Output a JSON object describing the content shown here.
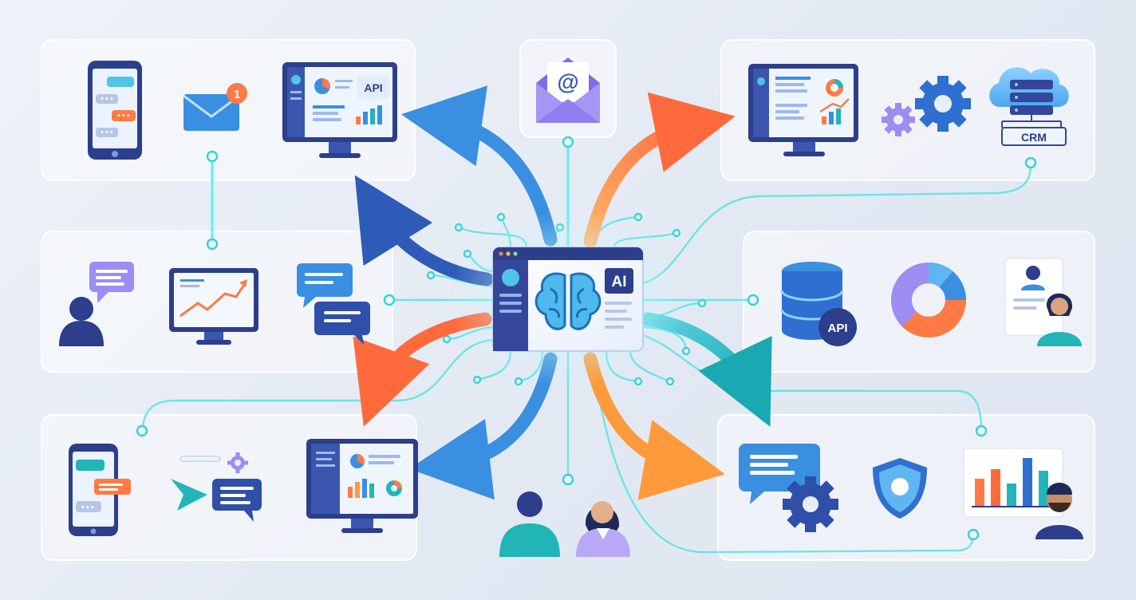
{
  "diagram": {
    "center_badge": "AI",
    "labels": {
      "api_top_left": "API",
      "crm": "CRM",
      "api_database": "API"
    },
    "notification_count": "1",
    "email_symbol": "@"
  },
  "colors": {
    "navy": "#2c3e8c",
    "blue": "#3a8fe0",
    "cyan": "#5fe3e6",
    "teal": "#22b5b8",
    "orange": "#ff7a45",
    "purple": "#9d8cf2"
  },
  "icons": [
    "smartphone-chat-icon",
    "envelope-notification-icon",
    "monitor-dashboard-icon",
    "email-at-icon",
    "gears-icon",
    "cloud-server-icon",
    "user-silhouette-icon",
    "growth-chart-monitor-icon",
    "chat-bubbles-icon",
    "database-icon",
    "donut-chart-icon",
    "profile-card-icon",
    "send-icon",
    "shield-icon",
    "bar-chart-icon",
    "ai-brain-icon"
  ]
}
